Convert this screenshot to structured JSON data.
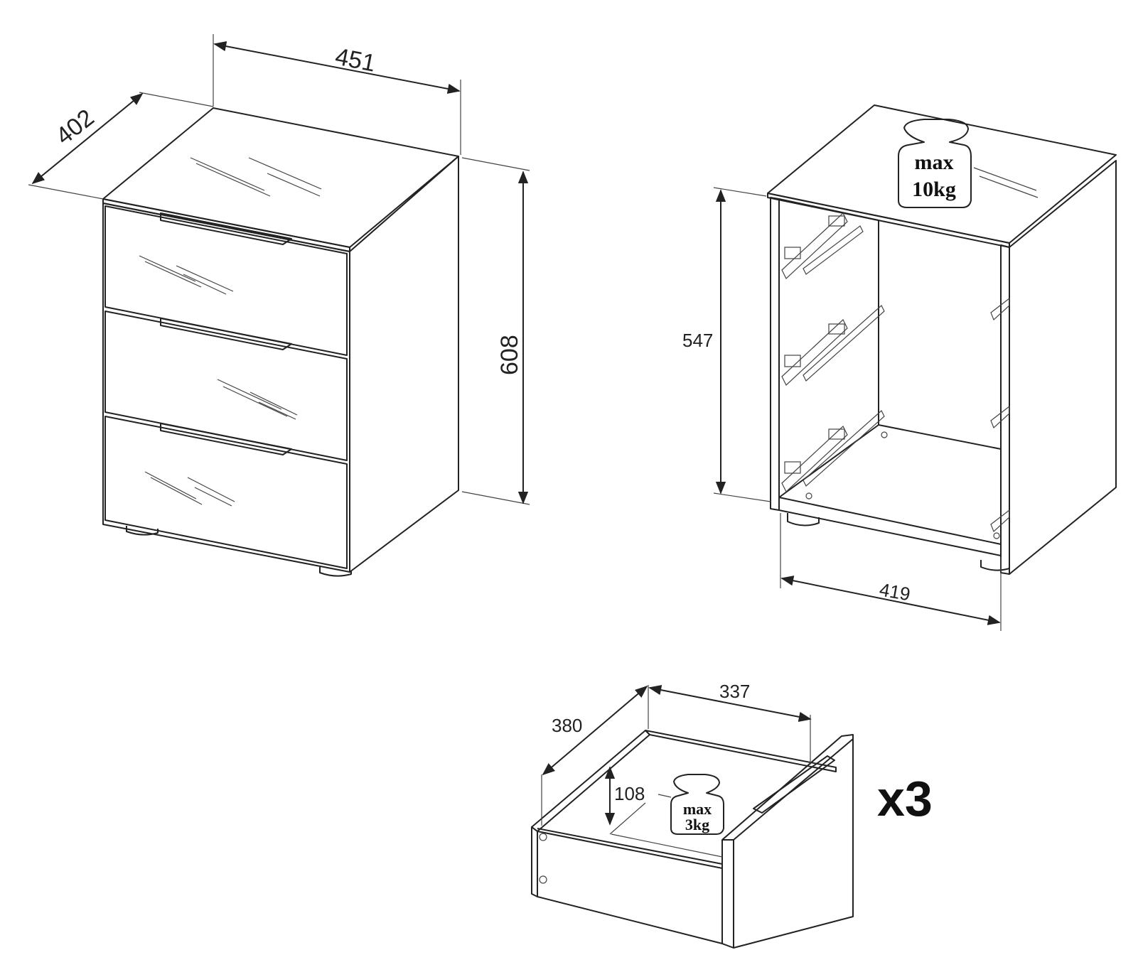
{
  "cabinet_front_view": {
    "width_label": "451",
    "depth_label": "402",
    "height_label": "608"
  },
  "cabinet_open_view": {
    "inner_height_label": "547",
    "inner_width_label": "419",
    "top_load": {
      "line1": "max",
      "line2": "10kg"
    }
  },
  "drawer_view": {
    "depth_label": "380",
    "width_label": "337",
    "height_label": "108",
    "drawer_load": {
      "line1": "max",
      "line2": "3kg"
    },
    "quantity_label": "x3"
  }
}
